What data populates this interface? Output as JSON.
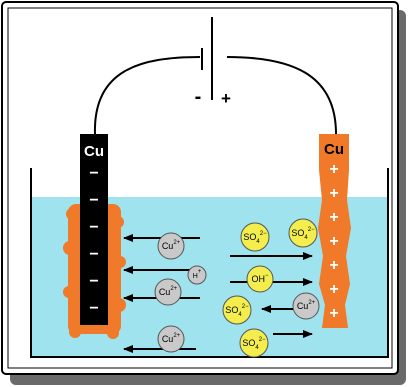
{
  "battery": {
    "negative_sign": "-",
    "positive_sign": "+"
  },
  "electrodes": {
    "left": {
      "label": "Cu",
      "sign": "−",
      "count": 6
    },
    "right": {
      "label": "Cu",
      "sign": "+",
      "count": 7
    }
  },
  "ions": {
    "cu2plus": {
      "base": "Cu",
      "charge": "2+"
    },
    "hplus": {
      "base": "H",
      "charge": "+"
    },
    "oh": {
      "base": "OH",
      "charge": "−"
    },
    "so4": {
      "base": "SO",
      "sub": "4",
      "charge": "2−"
    }
  },
  "colors": {
    "electrolyte": "#9ee3ee",
    "cathode": "#000000",
    "anode_copper": "#f07a2a",
    "cu_ion_fill": "#c9c9c9",
    "anion_fill": "#f3ee4e",
    "frame_shadow": "#6a6a6a"
  }
}
